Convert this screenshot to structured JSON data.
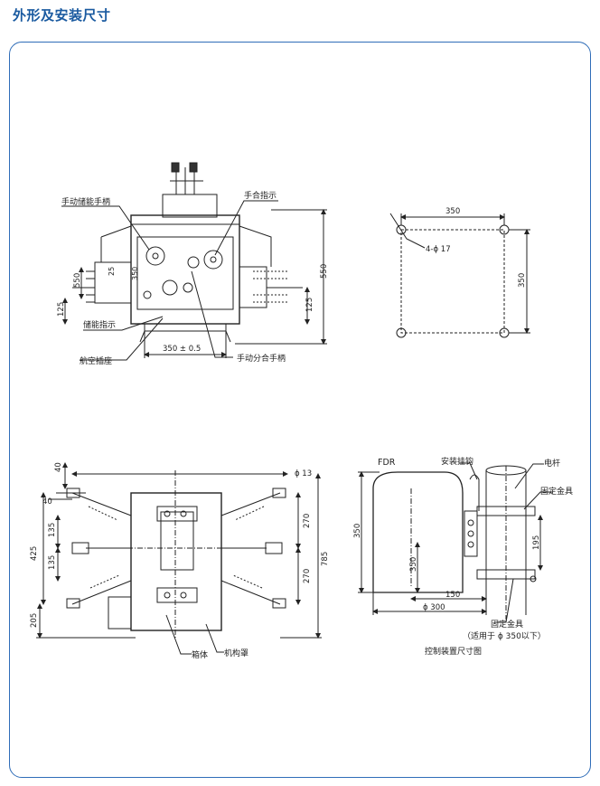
{
  "page": {
    "title": "外形及安装尺寸",
    "accent_color": "#1a5aa0",
    "frame_color": "#2f6db8"
  },
  "front_view": {
    "labels": {
      "manual_storage_handle": "手动储能手柄",
      "manual_close_indicator": "手合指示",
      "storage_indicator": "储能指示",
      "aviation_socket": "航空插座",
      "manual_open_close_handle": "手动分合手柄"
    },
    "dims": {
      "d550_right": "550",
      "d125_right": "125",
      "d550_left": "550",
      "d125_left": "125",
      "d25": "25",
      "d350_inner": "350",
      "d350_bottom": "350 ± 0.5"
    }
  },
  "mount_holes": {
    "width": "350",
    "height": "350",
    "holes": "4-ϕ 17"
  },
  "top_view": {
    "labels": {
      "box": "箱体",
      "mech_cover": "机构罩"
    },
    "dims": {
      "d40_top": "40",
      "d40_left": "40",
      "d13": "ϕ 13",
      "d135_a": "135",
      "d135_b": "135",
      "d425": "425",
      "d205": "205",
      "d270_a": "270",
      "d270_b": "270",
      "d785": "785"
    }
  },
  "controller": {
    "labels": {
      "fdr": "FDR",
      "mount_hook": "安装挂钩",
      "pole": "电杆",
      "fixing_clamp": "固定金具",
      "fixing_clamp_bottom": "固定金具",
      "applicable": "（适用于 ϕ 350以下）",
      "caption": "控制装置尺寸图"
    },
    "dims": {
      "d350_left": "350",
      "d350_inner": "350",
      "d195": "195",
      "d150": "150",
      "d300": "ϕ 300"
    }
  }
}
